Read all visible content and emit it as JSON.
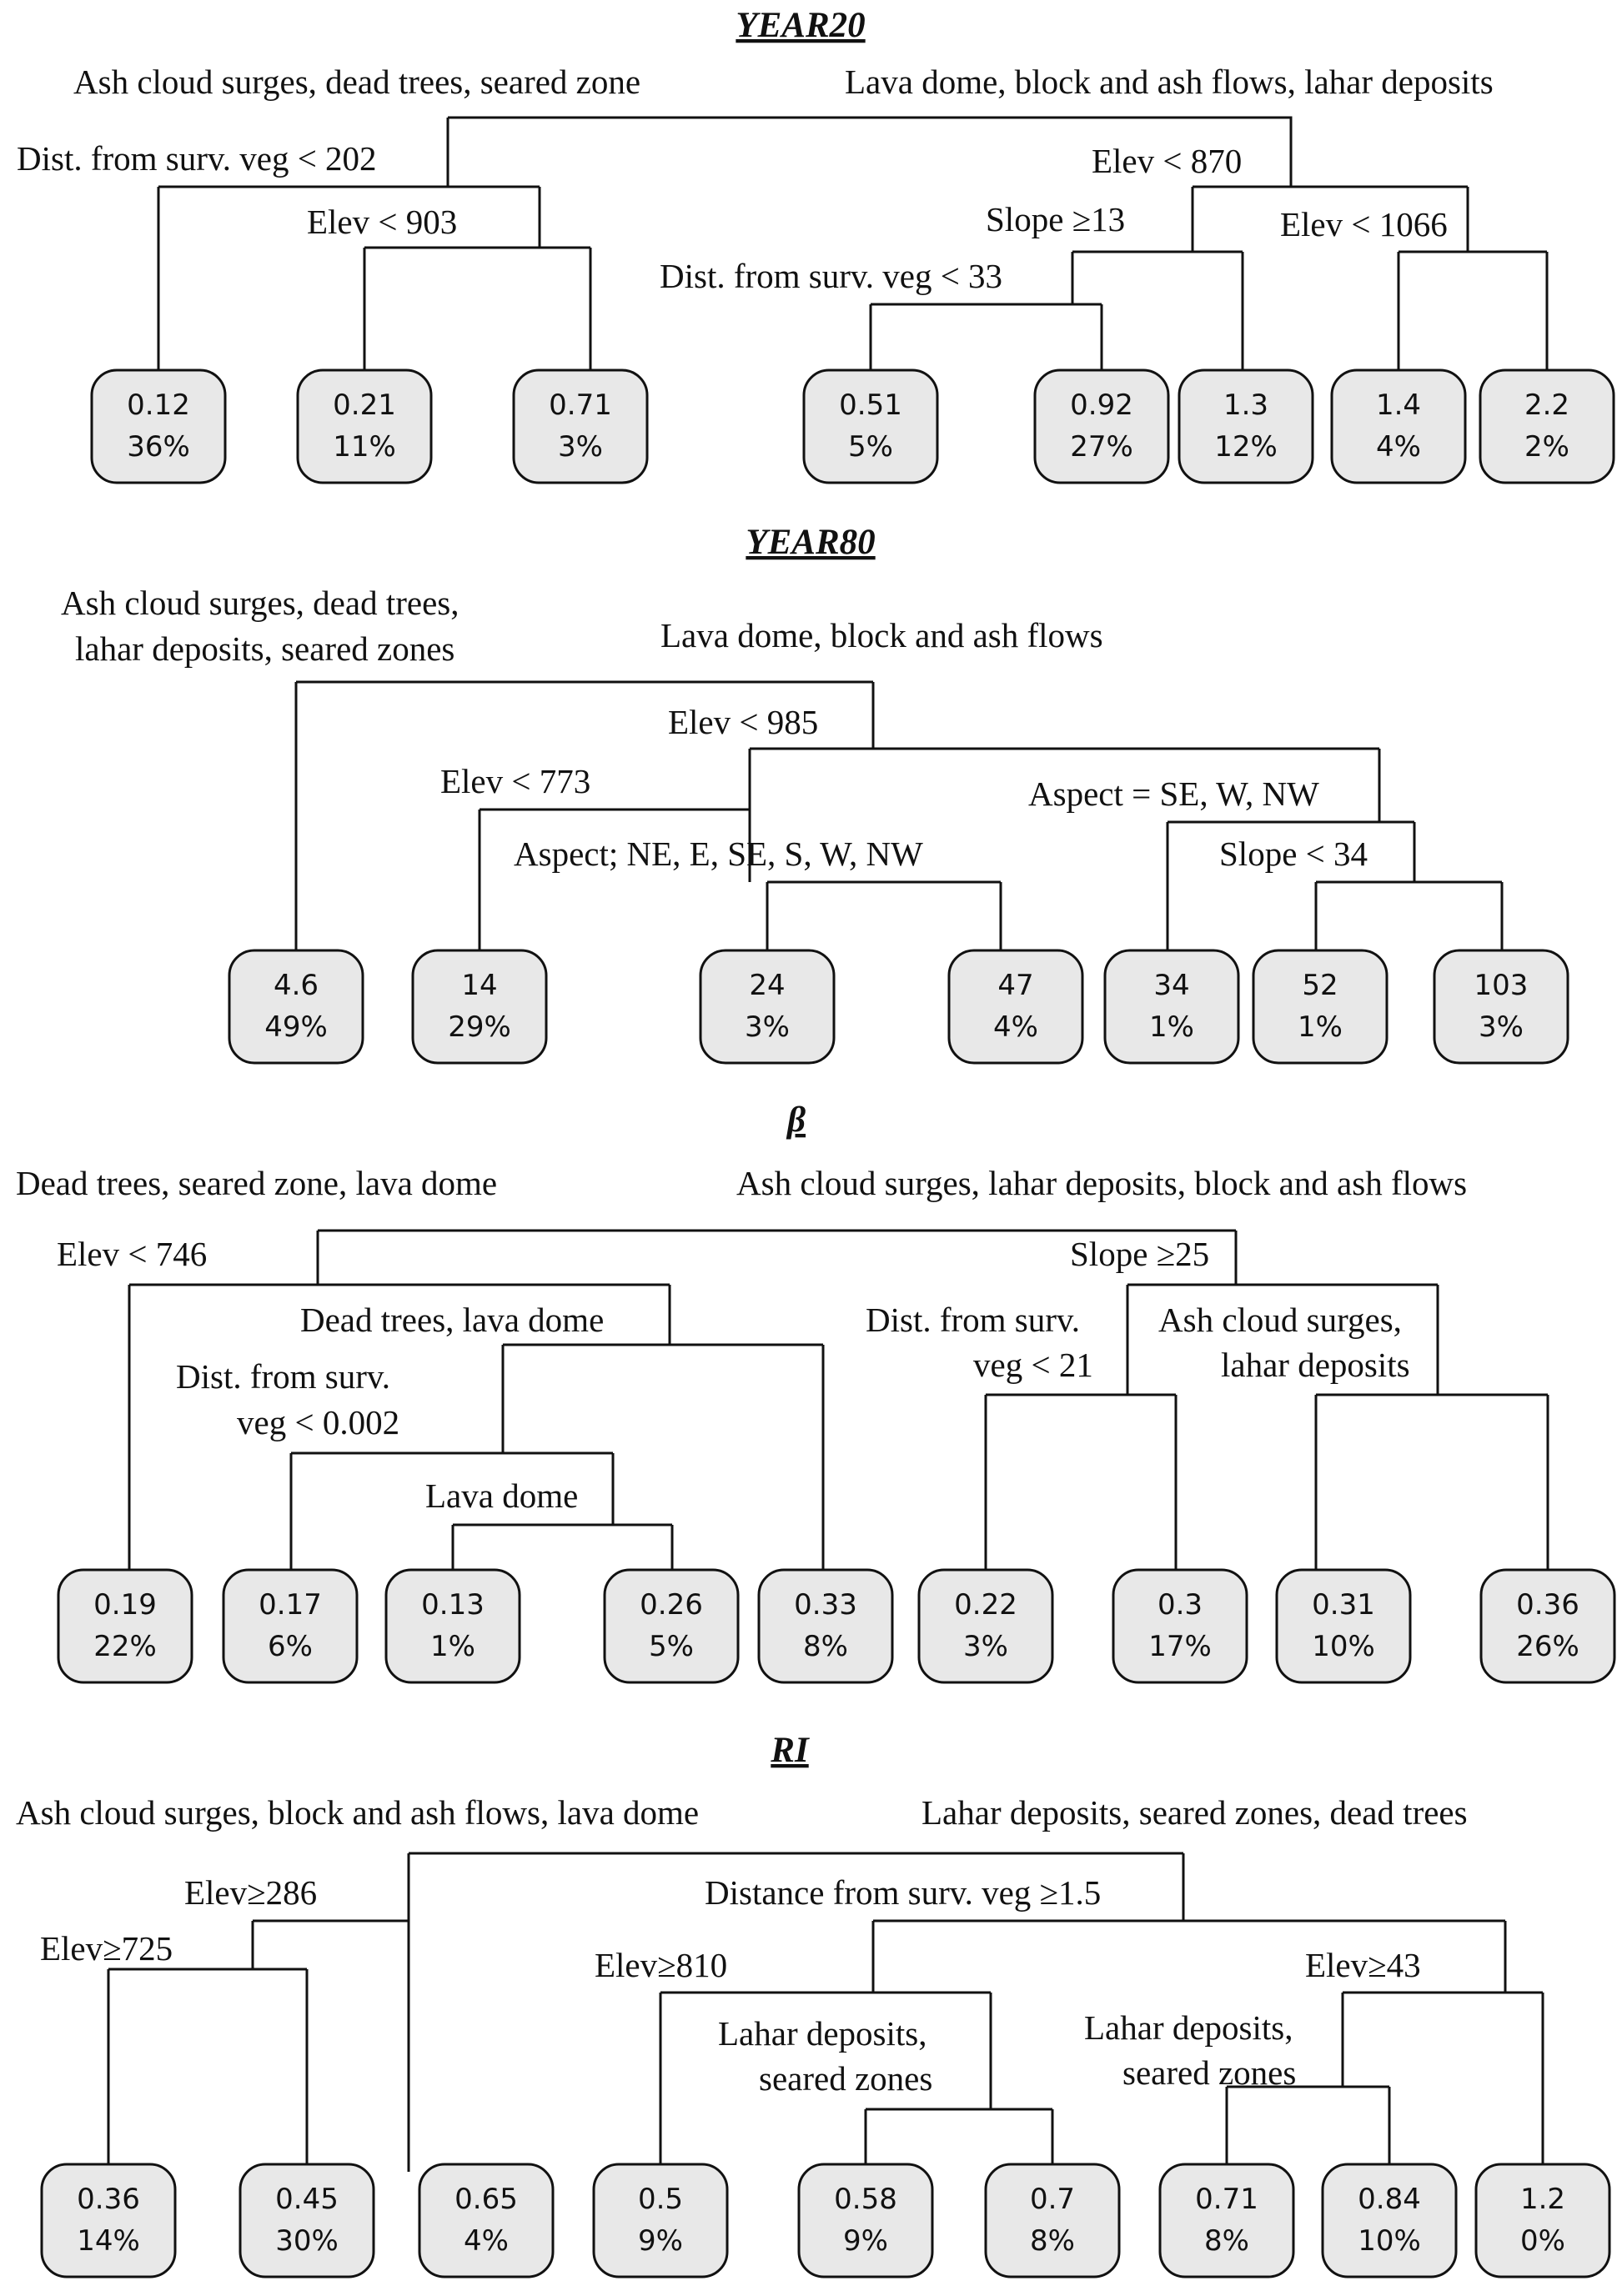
{
  "colors": {
    "line": "#111111",
    "leaf_fill": "#e8e8e8",
    "background": "#ffffff"
  },
  "panels": [
    {
      "title": "YEAR20",
      "labels": [
        "Ash cloud surges, dead trees, seared zone",
        "Lava dome, block and ash flows, lahar deposits",
        "Dist. from surv. veg < 202",
        "Elev < 903",
        "Elev < 870",
        "Slope ≥13",
        "Elev < 1066",
        "Dist. from surv. veg < 33"
      ],
      "leaves": [
        {
          "value": "0.12",
          "pct": "36%"
        },
        {
          "value": "0.21",
          "pct": "11%"
        },
        {
          "value": "0.71",
          "pct": "3%"
        },
        {
          "value": "0.51",
          "pct": "5%"
        },
        {
          "value": "0.92",
          "pct": "27%"
        },
        {
          "value": "1.3",
          "pct": "12%"
        },
        {
          "value": "1.4",
          "pct": "4%"
        },
        {
          "value": "2.2",
          "pct": "2%"
        }
      ]
    },
    {
      "title": "YEAR80",
      "labels": [
        "Ash cloud surges, dead trees,",
        "lahar deposits, seared zones",
        "Lava dome, block and ash flows",
        "Elev < 985",
        "Elev < 773",
        "Aspect = SE, W, NW",
        "Aspect; NE, E, SE, S, W, NW",
        "Slope < 34"
      ],
      "leaves": [
        {
          "value": "4.6",
          "pct": "49%"
        },
        {
          "value": "14",
          "pct": "29%"
        },
        {
          "value": "24",
          "pct": "3%"
        },
        {
          "value": "47",
          "pct": "4%"
        },
        {
          "value": "34",
          "pct": "1%"
        },
        {
          "value": "52",
          "pct": "1%"
        },
        {
          "value": "103",
          "pct": "3%"
        }
      ]
    },
    {
      "title": "β",
      "labels": [
        "Dead trees, seared zone, lava dome",
        "Ash cloud surges, lahar deposits, block and ash flows",
        "Elev < 746",
        "Slope ≥25",
        "Dead trees, lava dome",
        "Dist. from surv.",
        "veg < 21",
        "Ash cloud surges,",
        "lahar deposits",
        "Dist. from surv.",
        "veg < 0.002",
        "Lava dome"
      ],
      "leaves": [
        {
          "value": "0.19",
          "pct": "22%"
        },
        {
          "value": "0.17",
          "pct": "6%"
        },
        {
          "value": "0.13",
          "pct": "1%"
        },
        {
          "value": "0.26",
          "pct": "5%"
        },
        {
          "value": "0.33",
          "pct": "8%"
        },
        {
          "value": "0.22",
          "pct": "3%"
        },
        {
          "value": "0.3",
          "pct": "17%"
        },
        {
          "value": "0.31",
          "pct": "10%"
        },
        {
          "value": "0.36",
          "pct": "26%"
        }
      ]
    },
    {
      "title": "RI",
      "labels": [
        "Ash cloud surges, block and ash flows, lava dome",
        "Lahar deposits, seared zones, dead trees",
        "Elev≥286",
        "Distance from surv. veg ≥1.5",
        "Elev≥725",
        "Elev≥810",
        "Elev≥43",
        "Lahar deposits,",
        "seared zones",
        "Lahar deposits,",
        "seared zones"
      ],
      "leaves": [
        {
          "value": "0.36",
          "pct": "14%"
        },
        {
          "value": "0.45",
          "pct": "30%"
        },
        {
          "value": "0.65",
          "pct": "4%"
        },
        {
          "value": "0.5",
          "pct": "9%"
        },
        {
          "value": "0.58",
          "pct": "9%"
        },
        {
          "value": "0.7",
          "pct": "8%"
        },
        {
          "value": "0.71",
          "pct": "8%"
        },
        {
          "value": "0.84",
          "pct": "10%"
        },
        {
          "value": "1.2",
          "pct": "0%"
        }
      ]
    }
  ]
}
